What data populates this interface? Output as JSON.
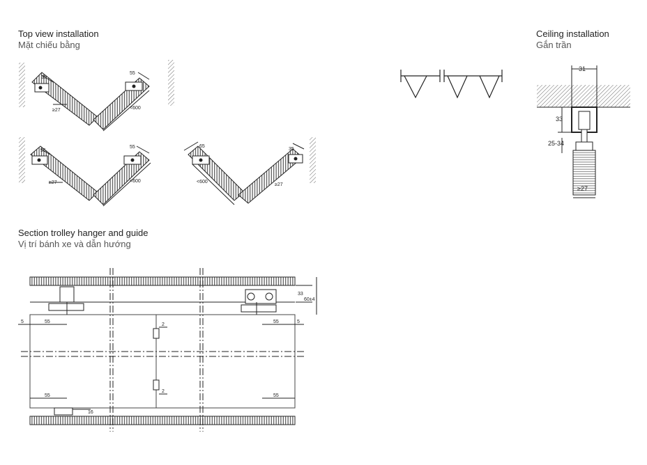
{
  "sections": {
    "top_view": {
      "title": "Top view installation",
      "subtitle": "Mặt chiếu bằng",
      "dims": {
        "d35": "35",
        "d55": "55",
        "d65": "65",
        "lt600": "<600",
        "ge27": "≥27"
      }
    },
    "ceiling": {
      "title": "Ceiling installation",
      "subtitle": "Gắn trần",
      "dims": {
        "width": "31",
        "height": "33",
        "gap": "25-34",
        "thickness": "≥27"
      }
    },
    "section": {
      "title": "Section trolley hanger and guide",
      "subtitle": "Vị trí bánh xe và dẫn hướng",
      "dims": {
        "left_edge": "5",
        "right_edge": "5",
        "top_left": "55",
        "top_right": "55",
        "bottom_left": "55",
        "bottom_right": "55",
        "gap_top": "2",
        "gap_bottom": "2",
        "track_h": "33",
        "total_h": "60±4",
        "floor": "16"
      }
    }
  }
}
